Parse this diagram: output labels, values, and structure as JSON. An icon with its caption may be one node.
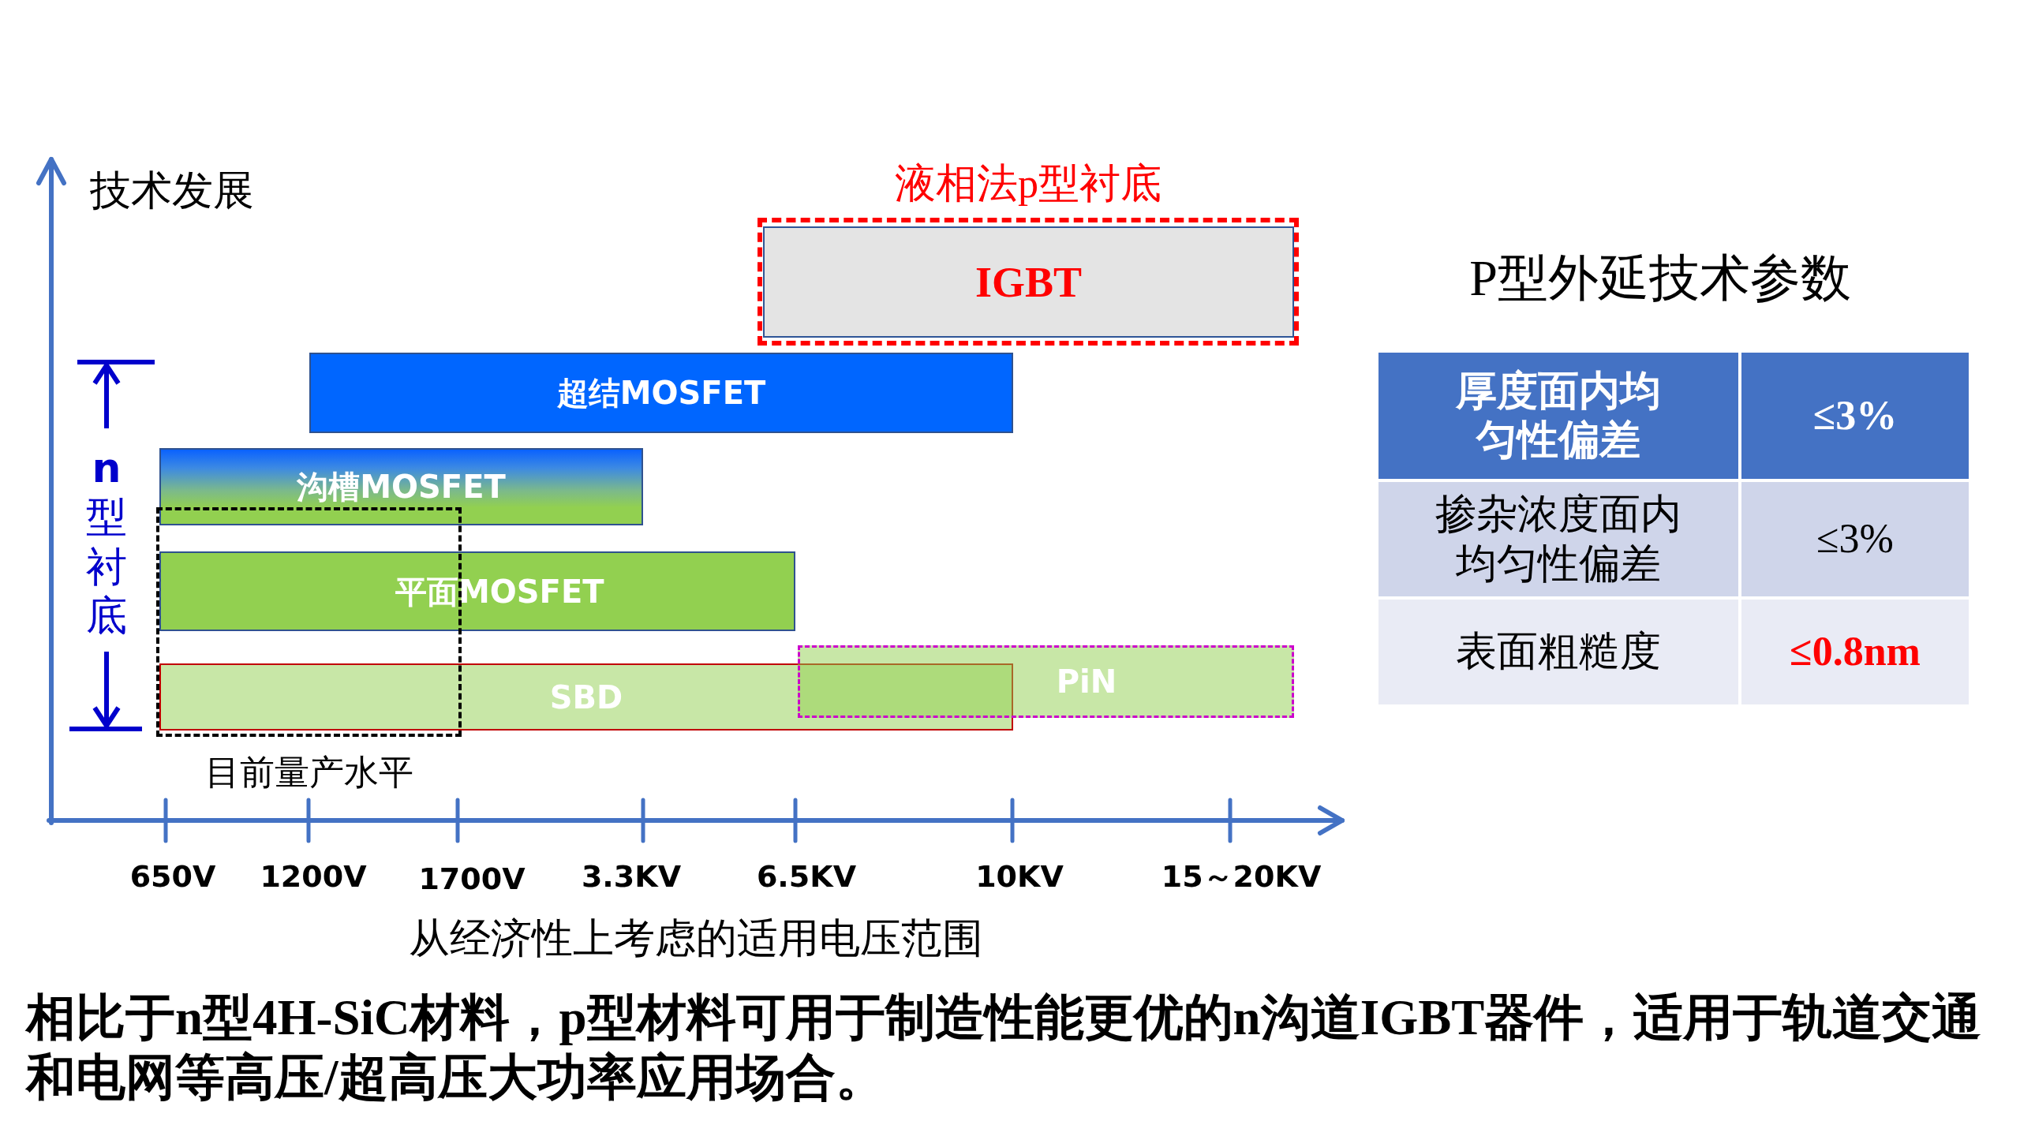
{
  "diagram": {
    "nodes": [
      {
        "text": [
          "液相法p型衬底"
        ]
      },
      {
        "text": [
          "IGBT"
        ],
        "in": 0
      },
      {
        "text": [
          "超结MOSFET"
        ]
      },
      {
        "text": [
          "沟槽MOSFET"
        ]
      },
      {
        "text": [
          "平面MOSFET"
        ]
      },
      {
        "text": [
          "SBD"
        ]
      },
      {
        "text": [
          "PiN"
        ]
      },
      {
        "text": [
          "目前量产水平"
        ]
      }
    ],
    "labels": [
      "技术发展",
      "P型外延技术参数",
      "厚度面内均匀性偏差",
      "≤3%",
      "掺杂浓度面内均匀性偏差",
      "≤3%",
      "表面粗糙度",
      "≤0.8nm",
      "**n**型衬底",
      "650V",
      "1200V",
      "1700V",
      "3.3KV",
      "6.5KV",
      "10KV",
      "15～20KV",
      "从经济性上考虑的适用电压范围"
    ],
    "caption": "相比于n型4H-SiC材料，p型材料可用于制造性能更优的n沟道IGBT器件，适用于轨道交通和电网等高压/超高压大功率应用场合。"
  }
}
